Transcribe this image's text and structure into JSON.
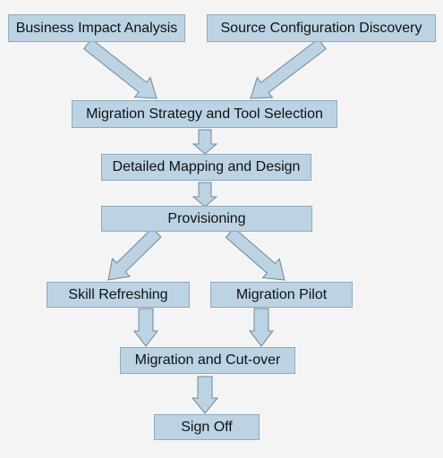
{
  "diagram": {
    "nodes": {
      "business_impact_analysis": "Business Impact Analysis",
      "source_configuration_discovery": "Source Configuration Discovery",
      "migration_strategy": "Migration Strategy and Tool Selection",
      "detailed_mapping": "Detailed Mapping and Design",
      "provisioning": "Provisioning",
      "skill_refreshing": "Skill Refreshing",
      "migration_pilot": "Migration Pilot",
      "migration_cutover": "Migration and Cut-over",
      "sign_off": "Sign Off"
    },
    "edges": [
      {
        "from": "business_impact_analysis",
        "to": "migration_strategy"
      },
      {
        "from": "source_configuration_discovery",
        "to": "migration_strategy"
      },
      {
        "from": "migration_strategy",
        "to": "detailed_mapping"
      },
      {
        "from": "detailed_mapping",
        "to": "provisioning"
      },
      {
        "from": "provisioning",
        "to": "skill_refreshing"
      },
      {
        "from": "provisioning",
        "to": "migration_pilot"
      },
      {
        "from": "skill_refreshing",
        "to": "migration_cutover"
      },
      {
        "from": "migration_pilot",
        "to": "migration_cutover"
      },
      {
        "from": "migration_cutover",
        "to": "sign_off"
      }
    ],
    "colors": {
      "box_fill": "#bcd3e4",
      "box_border": "#8faabd",
      "arrow_stroke": "#6f8798",
      "background": "#f4f4f4"
    }
  }
}
